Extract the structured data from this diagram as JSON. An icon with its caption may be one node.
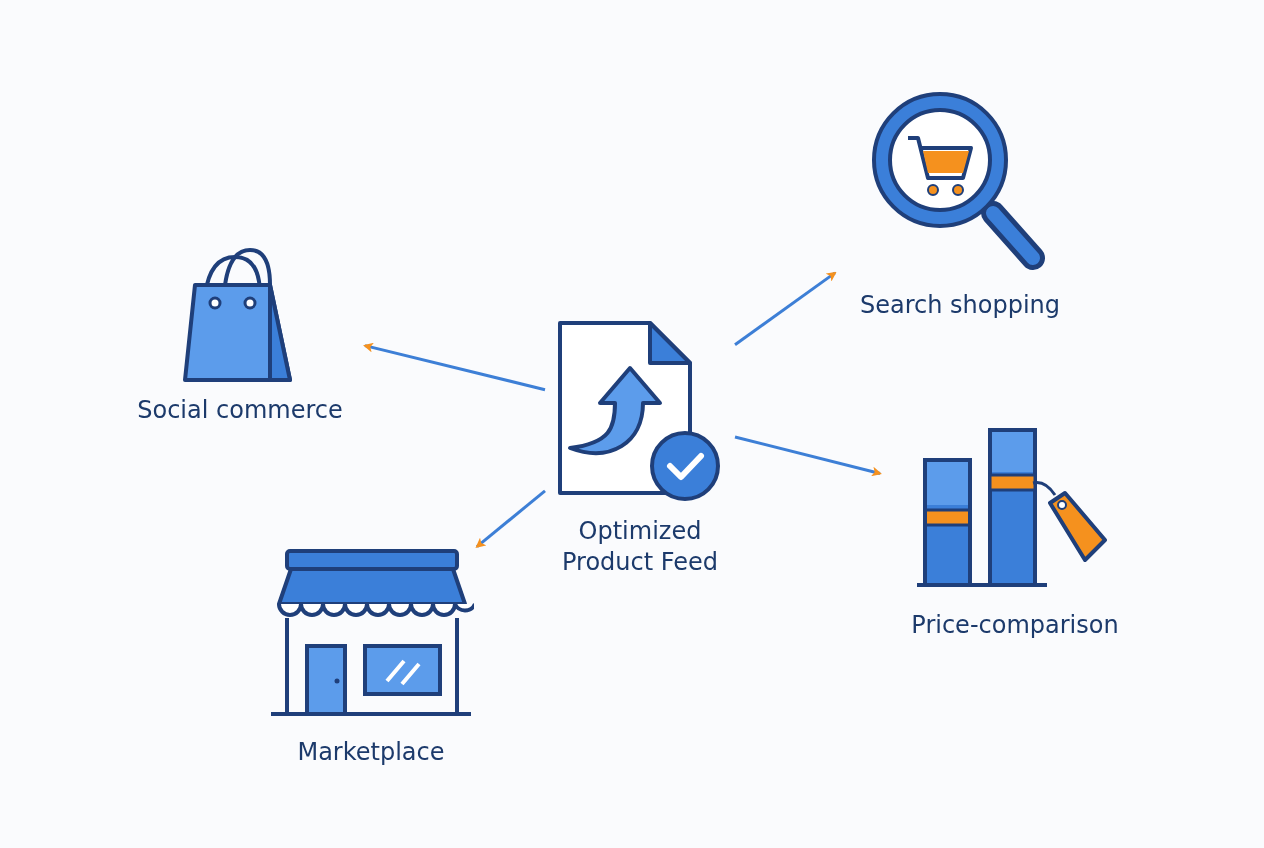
{
  "diagram": {
    "nodes": [
      {
        "text": [
          "Optimized Product Feed"
        ]
      },
      {
        "text": [
          "Social commerce"
        ]
      },
      {
        "text": [
          "Search shopping"
        ]
      },
      {
        "text": [
          "Price-comparison"
        ]
      },
      {
        "text": [
          "Marketplace"
        ]
      }
    ],
    "edges": [
      {
        "from": 0,
        "to": 1,
        "arrow": "to"
      },
      {
        "from": 0,
        "to": 2,
        "arrow": "to"
      },
      {
        "from": 0,
        "to": 3,
        "arrow": "to"
      },
      {
        "from": 0,
        "to": 4,
        "arrow": "to"
      }
    ]
  }
}
